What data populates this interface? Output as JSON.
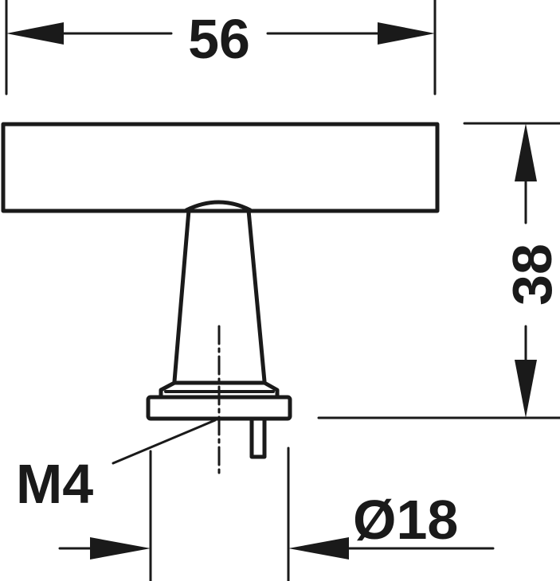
{
  "drawing": {
    "width_label": "56",
    "height_label": "38",
    "thread_label": "M4",
    "diameter_label": "Ø18",
    "line_color": "#1a1a1a"
  }
}
